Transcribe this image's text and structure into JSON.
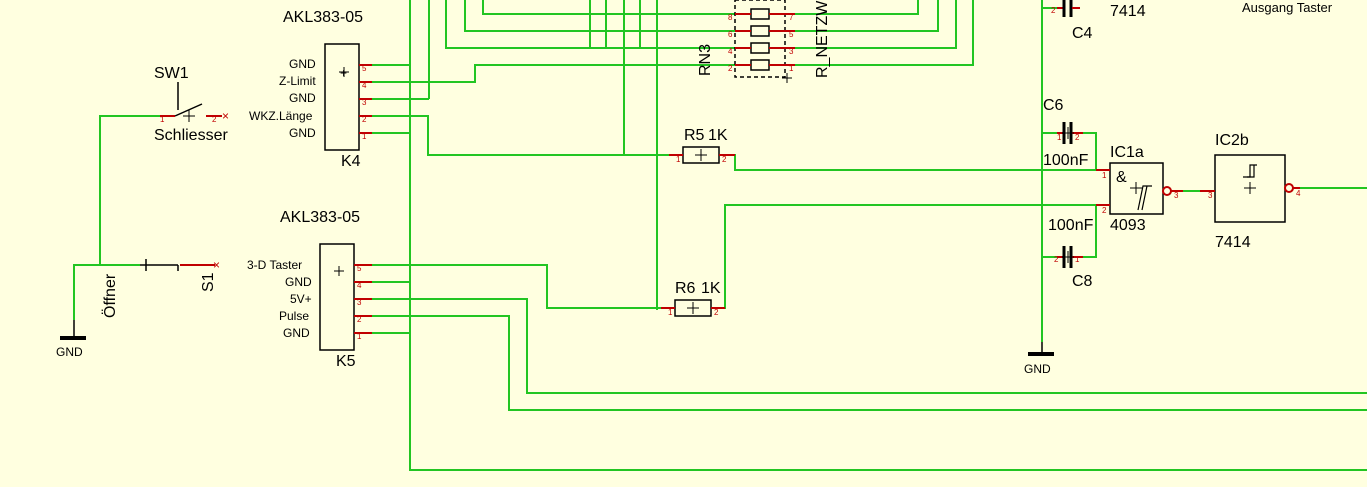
{
  "colors": {
    "background": "#ffffe0",
    "wire": "#22c522",
    "pin": "#c00000",
    "body": "#000000"
  },
  "k4": {
    "part": "AKL383-05",
    "ref": "K4",
    "pins": [
      "GND",
      "Z-Limit",
      "GND",
      "WKZ.Länge",
      "GND"
    ],
    "nums": [
      "5",
      "4",
      "3",
      "2",
      "1"
    ]
  },
  "k5": {
    "part": "AKL383-05",
    "ref": "K5",
    "pins": [
      "3-D Taster",
      "GND",
      "5V+",
      "Pulse",
      "GND"
    ],
    "nums": [
      "5",
      "4",
      "3",
      "2",
      "1"
    ]
  },
  "sw1": {
    "ref": "SW1",
    "type": "Schliesser",
    "pin1": "1",
    "pin2": "2"
  },
  "s1": {
    "ref": "S1",
    "type": "Öffner"
  },
  "gnd": {
    "label": "GND"
  },
  "r5": {
    "ref": "R5",
    "value": "1K",
    "pin1": "1",
    "pin2": "2"
  },
  "r6": {
    "ref": "R6",
    "value": "1K",
    "pin1": "1",
    "pin2": "2"
  },
  "rn3": {
    "ref": "RN3",
    "name": "R_NETZW",
    "left_nums": [
      "8",
      "6",
      "4",
      "2"
    ],
    "right_nums": [
      "7",
      "5",
      "3",
      "1"
    ]
  },
  "c4": {
    "ref": "C4",
    "pin": "2"
  },
  "c6": {
    "ref": "C6",
    "value": "100nF",
    "pin1": "1",
    "pin2": "2"
  },
  "c8": {
    "ref": "C8",
    "value": "100nF",
    "pin1": "2",
    "pin2": "1"
  },
  "ic1a": {
    "ref": "IC1a",
    "part": "4093",
    "symbol": "&",
    "pins": [
      "1",
      "2",
      "3"
    ]
  },
  "ic2b": {
    "ref": "IC2b",
    "part": "7414",
    "pins": [
      "3",
      "4"
    ]
  },
  "top_part": "7414",
  "note": "Ausgang Taster"
}
